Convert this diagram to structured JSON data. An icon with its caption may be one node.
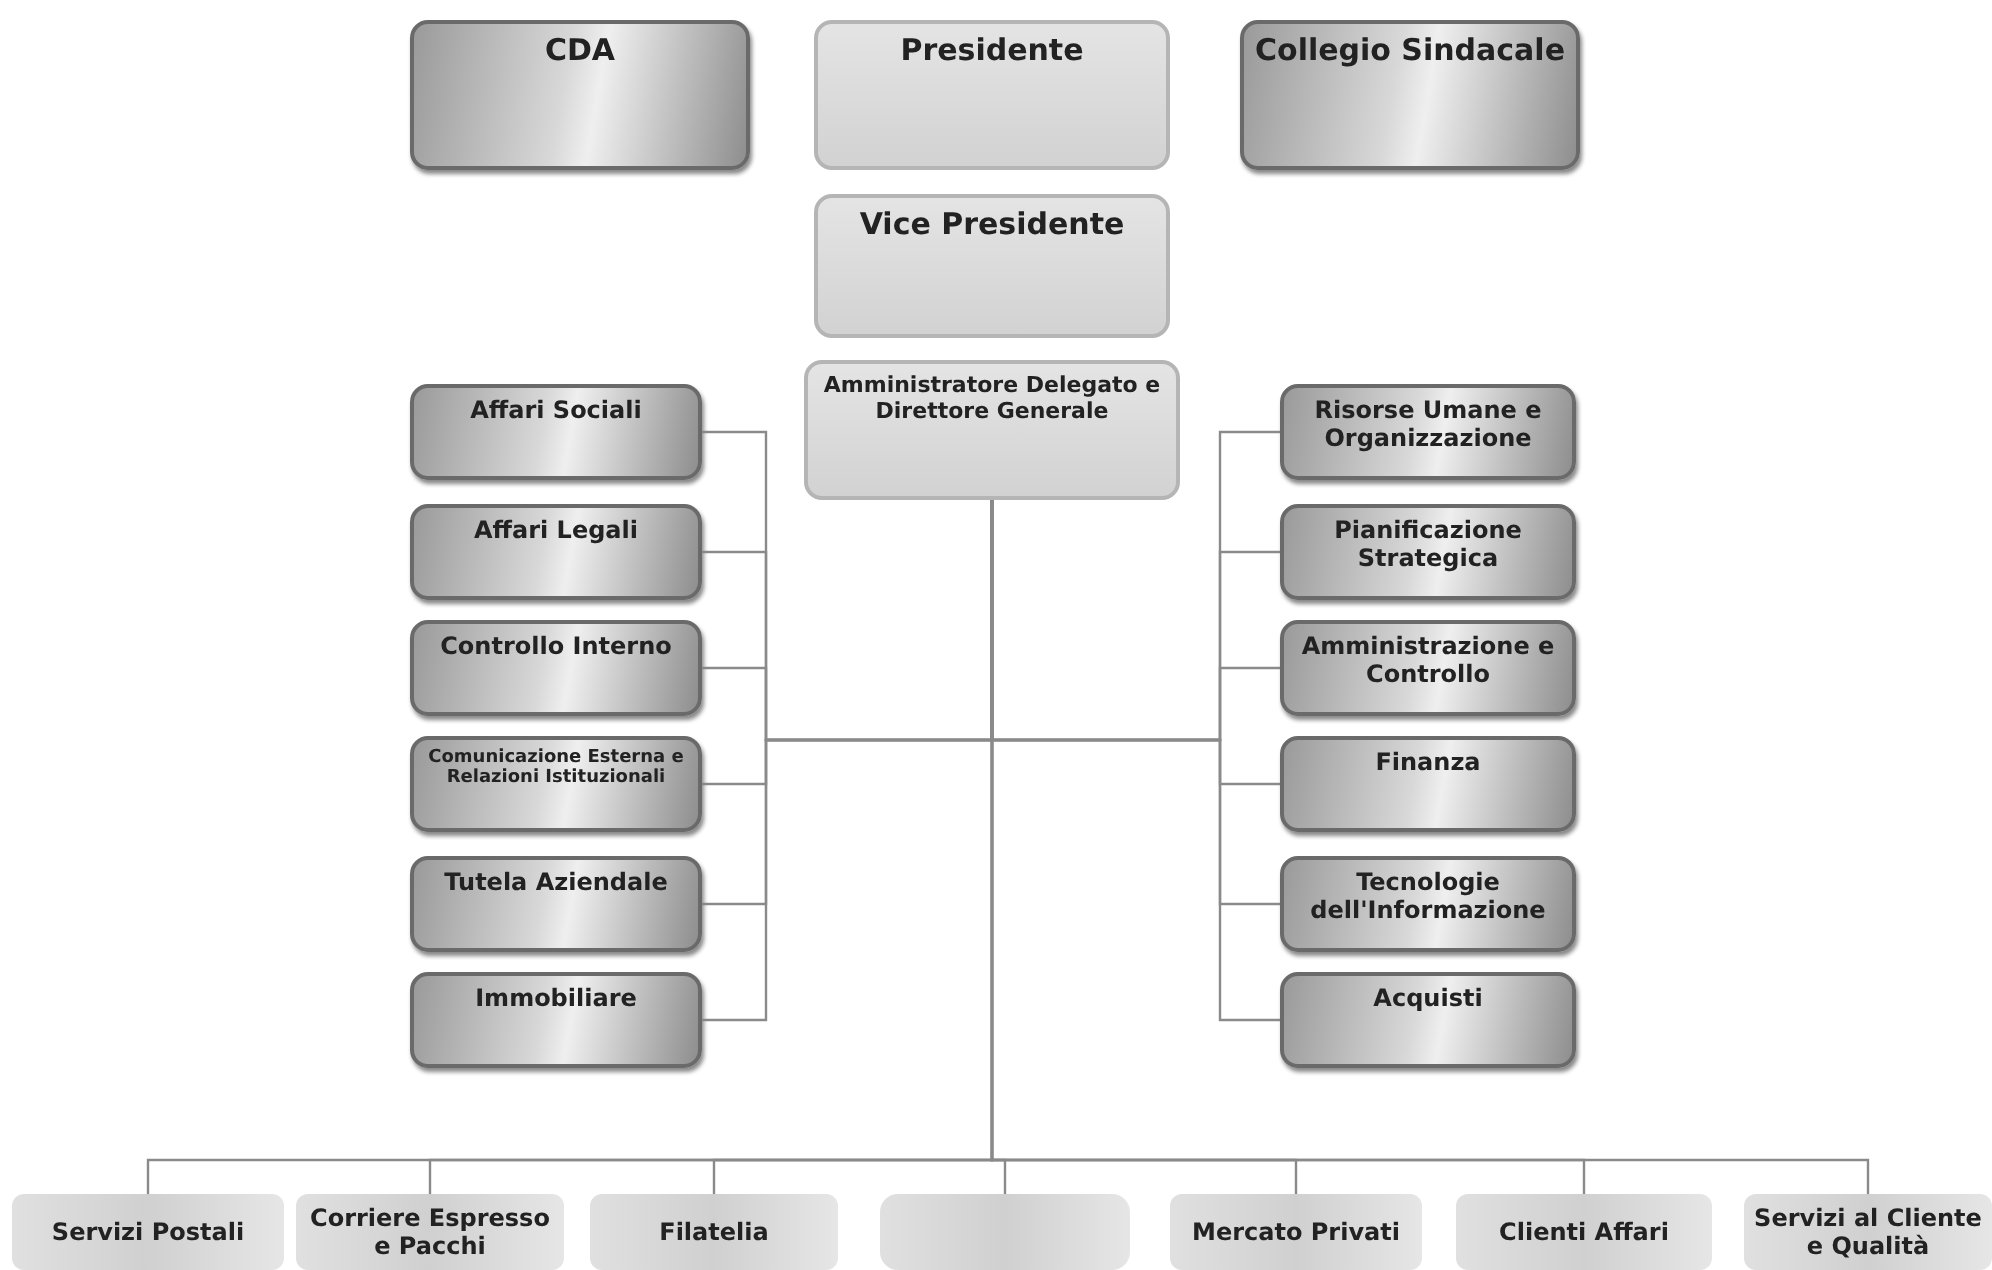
{
  "diagram": {
    "nodes": [
      {
        "text": [
          "CDA"
        ]
      },
      {
        "text": [
          "Presidente"
        ]
      },
      {
        "text": [
          "Collegio Sindacale"
        ]
      },
      {
        "text": [
          "Vice Presidente"
        ]
      },
      {
        "text": [
          "Amministratore Delegato e Direttore Generale"
        ]
      },
      {
        "text": [
          "Affari Sociali"
        ]
      },
      {
        "text": [
          "Affari Legali"
        ]
      },
      {
        "text": [
          "Controllo Interno"
        ]
      },
      {
        "text": [
          "Comunicazione Esterna e Relazioni Istituzionali"
        ]
      },
      {
        "text": [
          "Tutela Aziendale"
        ]
      },
      {
        "text": [
          "Immobiliare"
        ]
      },
      {
        "text": [
          "Risorse Umane e Organizzazione"
        ]
      },
      {
        "text": [
          "Pianificazione Strategica"
        ]
      },
      {
        "text": [
          "Amministrazione e Controllo"
        ]
      },
      {
        "text": [
          "Finanza"
        ]
      },
      {
        "text": [
          "Tecnologie dell'Informazione"
        ]
      },
      {
        "text": [
          "Acquisti"
        ]
      },
      {
        "text": [
          "Servizi Postali"
        ]
      },
      {
        "text": [
          "Corriere Espresso e Pacchi"
        ]
      },
      {
        "text": [
          "Filatelia"
        ]
      },
      {
        "text": [],
        "shape": "box"
      },
      {
        "text": [
          "Mercato Privati"
        ]
      },
      {
        "text": [
          "Clienti Affari"
        ]
      },
      {
        "text": [
          "Servizi al Cliente e Qualità"
        ]
      }
    ],
    "edges": [
      {
        "from": 4,
        "to": 5,
        "arrow": "none"
      },
      {
        "from": 4,
        "to": 6,
        "arrow": "none"
      },
      {
        "from": 4,
        "to": 7,
        "arrow": "none"
      },
      {
        "from": 4,
        "to": 8,
        "arrow": "none"
      },
      {
        "from": 4,
        "to": 9,
        "arrow": "none"
      },
      {
        "from": 4,
        "to": 10,
        "arrow": "none"
      },
      {
        "from": 4,
        "to": 11,
        "arrow": "none"
      },
      {
        "from": 4,
        "to": 12,
        "arrow": "none"
      },
      {
        "from": 4,
        "to": 13,
        "arrow": "none"
      },
      {
        "from": 4,
        "to": 14,
        "arrow": "none"
      },
      {
        "from": 4,
        "to": 15,
        "arrow": "none"
      },
      {
        "from": 4,
        "to": 16,
        "arrow": "none"
      },
      {
        "from": 4,
        "to": 17,
        "arrow": "none"
      },
      {
        "from": 4,
        "to": 18,
        "arrow": "none"
      },
      {
        "from": 4,
        "to": 19,
        "arrow": "none"
      },
      {
        "from": 4,
        "to": 20,
        "arrow": "none"
      },
      {
        "from": 4,
        "to": 21,
        "arrow": "none"
      },
      {
        "from": 4,
        "to": 22,
        "arrow": "none"
      },
      {
        "from": 4,
        "to": 23,
        "arrow": "none"
      }
    ]
  }
}
